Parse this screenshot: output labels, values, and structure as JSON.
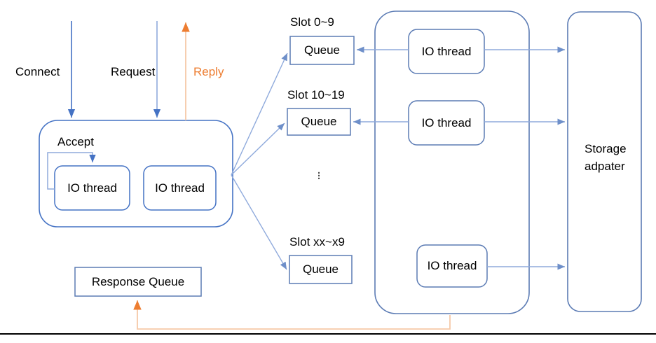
{
  "diagram": {
    "title": "IO thread / slot queue storage pipeline",
    "colors": {
      "flow_blue": "#4472C4",
      "line_blue": "#8FAADC",
      "border_blue": "#5B7BB4",
      "reply_orange": "#ED7D31",
      "reply_orange_light": "#F6C9A8",
      "text_black": "#000000",
      "rule_black": "#000000"
    },
    "inbound_labels": [
      {
        "name": "connect",
        "text": "Connect"
      },
      {
        "name": "request",
        "text": "Request"
      },
      {
        "name": "reply",
        "text": "Reply"
      }
    ],
    "frontend": {
      "accept_label": "Accept",
      "io_threads": [
        {
          "text": "IO thread"
        },
        {
          "text": "IO thread"
        }
      ]
    },
    "slots": [
      {
        "slot_label": "Slot 0~9",
        "queue_label": "Queue"
      },
      {
        "slot_label": "Slot 10~19",
        "queue_label": "Queue"
      },
      {
        "slot_label": "Slot xx~x9",
        "queue_label": "Queue"
      }
    ],
    "slot_ellipsis": "⋮",
    "worker_pool": {
      "io_threads": [
        {
          "text": "IO thread"
        },
        {
          "text": "IO thread"
        },
        {
          "text": "IO thread"
        }
      ]
    },
    "storage": {
      "line1": "Storage",
      "line2": "adpater"
    },
    "response_queue": {
      "label": "Response Queue"
    }
  }
}
